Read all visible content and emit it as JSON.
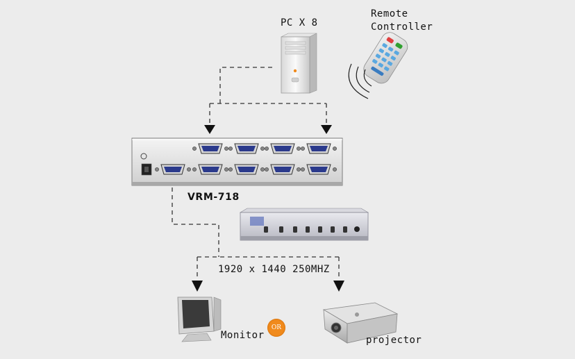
{
  "labels": {
    "pc_count": "PC X 8",
    "remote_line1": "Remote",
    "remote_line2": "Controller",
    "model": "VRM-718",
    "resolution": "1920 x 1440 250MHZ",
    "monitor": "Monitor",
    "or": "OR",
    "projector": "projector"
  },
  "icons": [
    "pc-tower-icon",
    "remote-controller-icon",
    "signal-waves-icon",
    "vga-switch-rear-panel",
    "vga-switch-front-panel",
    "monitor-icon",
    "projector-icon",
    "arrow-down-icon"
  ],
  "colors": {
    "background": "#ececec",
    "or_badge": "#f08a1c",
    "connector_blue": "#2b3a8c",
    "dashed_line": "#333333"
  }
}
